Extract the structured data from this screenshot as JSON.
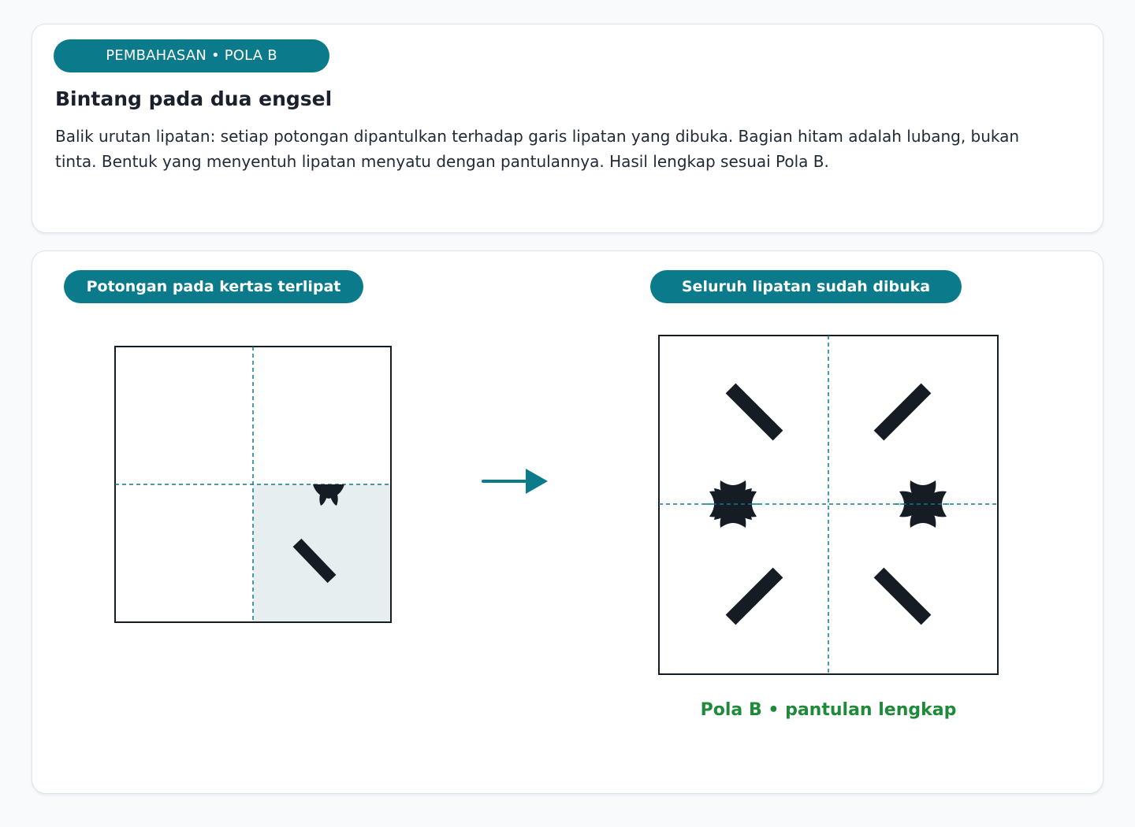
{
  "header": {
    "badge": "PEMBAHASAN • POLA B",
    "title": "Bintang pada dua engsel",
    "description": "Balik urutan lipatan: setiap potongan dipantulkan terhadap garis lipatan yang dibuka. Bagian hitam adalah lubang, bukan tinta. Bentuk yang menyentuh lipatan menyatu dengan pantulannya. Hasil lengkap sesuai Pola B."
  },
  "diagram": {
    "folded_label": "Potongan pada kertas terlipat",
    "unfolded_label": "Seluruh lipatan sudah dibuka",
    "result_caption": "Pola B • pantulan lengkap"
  },
  "colors": {
    "accent": "#0b7a8a",
    "hole": "#151c24",
    "shaded_quadrant": "#e6eef0",
    "success": "#1f8a3a",
    "fold_line": "#0b7a8a"
  },
  "icons": {
    "arrow": "arrow-right-icon"
  }
}
